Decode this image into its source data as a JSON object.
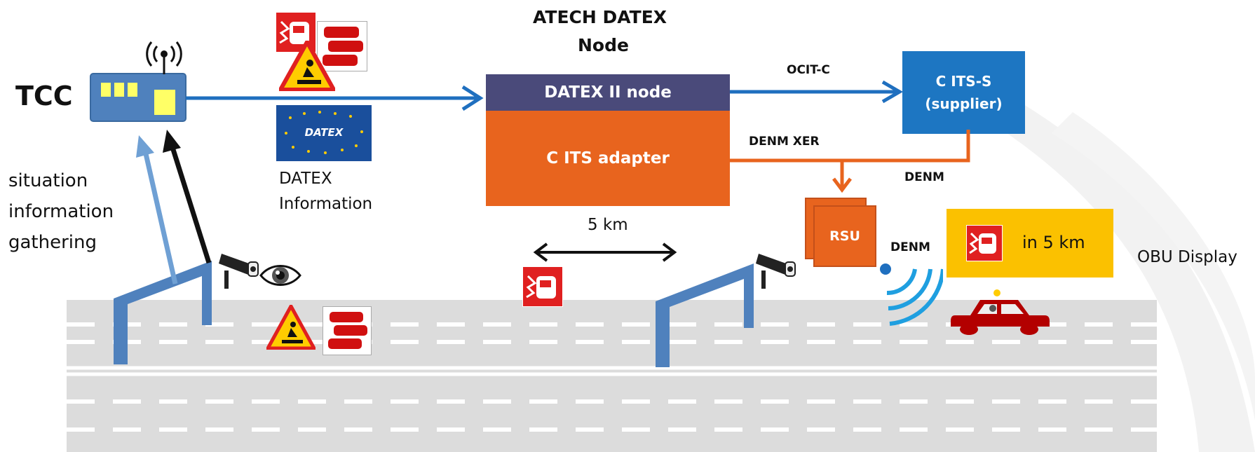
{
  "tcc": {
    "label": "TCC"
  },
  "gathering": {
    "line1": "situation",
    "line2": "information",
    "line3": "gathering"
  },
  "datex_info": {
    "line1": "DATEX",
    "line2": "Information",
    "logo_text": "DATEX"
  },
  "node": {
    "title_line1": "ATECH DATEX",
    "title_line2": "Node",
    "datex_node": "DATEX II node",
    "adapter": "C ITS adapter"
  },
  "cits": {
    "line1": "C ITS-S",
    "line2": "(supplier)"
  },
  "links": {
    "ocit": "OCIT-C",
    "denm_xer": "DENM XER",
    "denm1": "DENM",
    "denm2": "DENM"
  },
  "rsu": {
    "label": "RSU"
  },
  "distance": {
    "label": "5 km"
  },
  "obu": {
    "message": "in 5 km",
    "label": "OBU Display"
  },
  "colors": {
    "blue_arrow": "#1f6fbf",
    "node_header": "#4a4a7a",
    "adapter": "#e8641e",
    "cits": "#1d76c2",
    "obu_panel": "#fbc100",
    "road": "#dcdcdc",
    "car": "#b30000"
  }
}
